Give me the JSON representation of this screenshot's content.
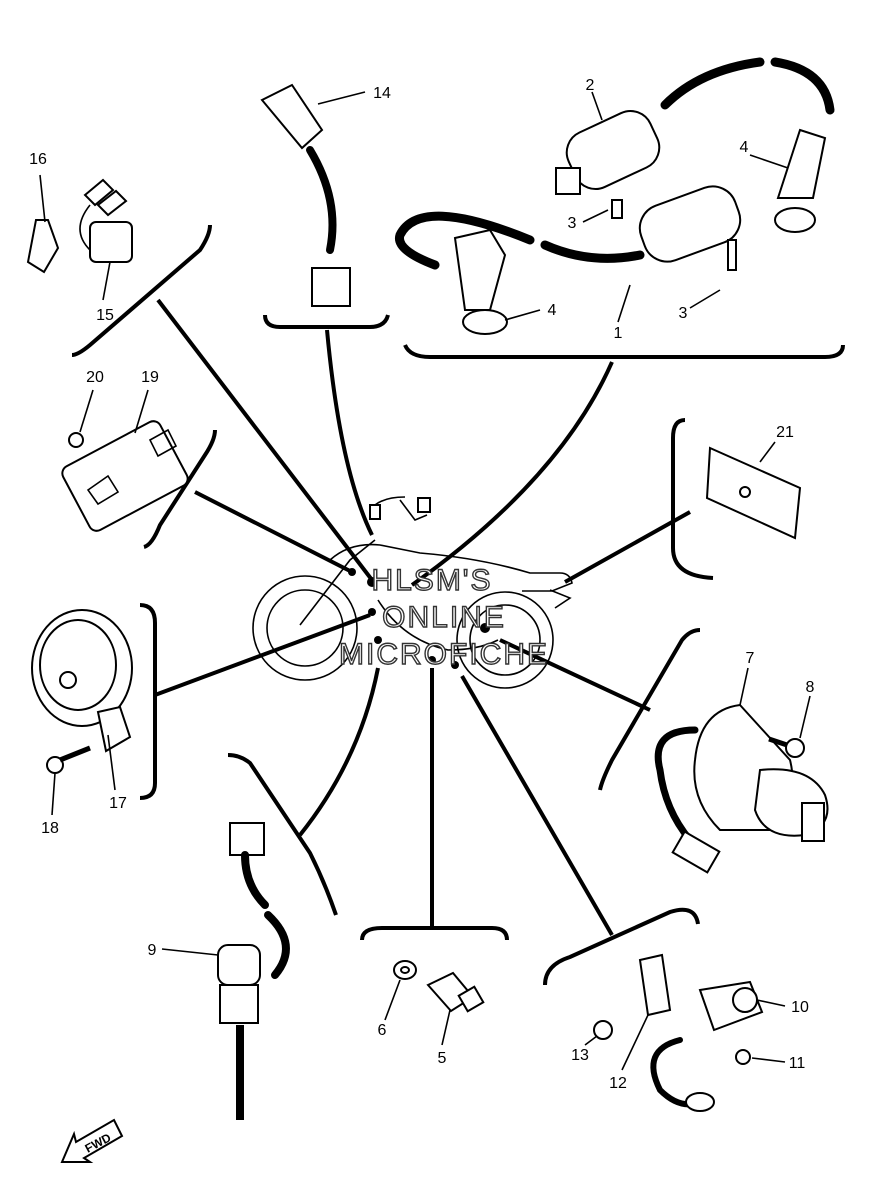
{
  "callouts": {
    "c1": "1",
    "c2": "2",
    "c3a": "3",
    "c3b": "3",
    "c4a": "4",
    "c4b": "4",
    "c5": "5",
    "c6": "6",
    "c7": "7",
    "c8": "8",
    "c9": "9",
    "c10": "10",
    "c11": "11",
    "c12": "12",
    "c13": "13",
    "c14": "14",
    "c15": "15",
    "c16": "16",
    "c17": "17",
    "c18": "18",
    "c19": "19",
    "c20": "20",
    "c21": "21"
  },
  "watermark": {
    "line1": "HLSM'S",
    "line2": "ONLINE",
    "line3": "MICROFICHE"
  },
  "fwd_label": "FWD"
}
